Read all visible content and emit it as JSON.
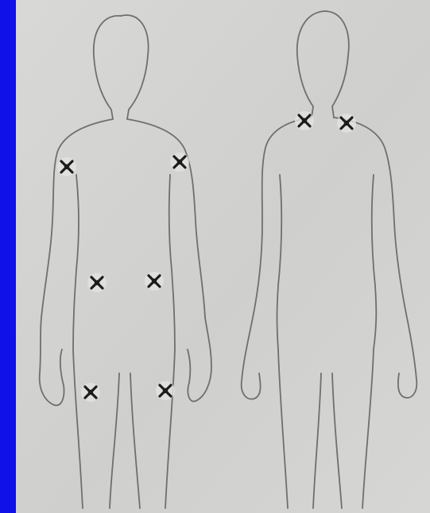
{
  "colors": {
    "frame": "#1010e8",
    "paper": "#d2d2d0",
    "paper_light": "#dcdcda",
    "outline": "#6f6f6d",
    "marker": "#1c1c1c"
  },
  "figures": [
    {
      "id": "front-figure",
      "view": "front"
    },
    {
      "id": "back-figure",
      "view": "back"
    }
  ],
  "markers": [
    {
      "figure": "front",
      "site": "left-shoulder"
    },
    {
      "figure": "front",
      "site": "right-shoulder"
    },
    {
      "figure": "front",
      "site": "left-hip"
    },
    {
      "figure": "front",
      "site": "right-hip"
    },
    {
      "figure": "front",
      "site": "left-thigh"
    },
    {
      "figure": "front",
      "site": "right-thigh"
    },
    {
      "figure": "back",
      "site": "left-upper-back"
    },
    {
      "figure": "back",
      "site": "right-upper-back"
    }
  ]
}
